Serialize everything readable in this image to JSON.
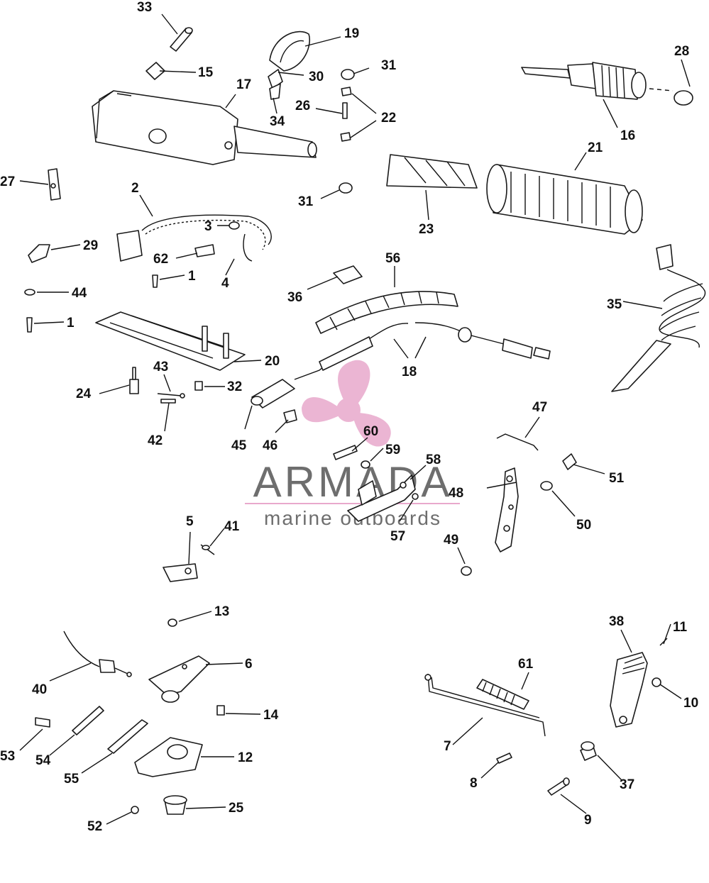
{
  "watermark": {
    "title": "ARMADA",
    "subtitle": "marine outboards",
    "text_color": "#6e6e6e",
    "logo_color": "#e8a9cc",
    "underline_color": "#e8a9cc"
  },
  "callouts": {
    "n1a": "1",
    "n1b": "1",
    "n2": "2",
    "n3": "3",
    "n4": "4",
    "n5": "5",
    "n6": "6",
    "n7": "7",
    "n8": "8",
    "n9": "9",
    "n10": "10",
    "n11": "11",
    "n12": "12",
    "n13": "13",
    "n14": "14",
    "n15": "15",
    "n16": "16",
    "n17": "17",
    "n18": "18",
    "n19": "19",
    "n20": "20",
    "n21": "21",
    "n22": "22",
    "n23": "23",
    "n24": "24",
    "n25": "25",
    "n26": "26",
    "n27": "27",
    "n28": "28",
    "n29": "29",
    "n30": "30",
    "n31a": "31",
    "n31b": "31",
    "n32": "32",
    "n33": "33",
    "n34": "34",
    "n35": "35",
    "n36": "36",
    "n37": "37",
    "n38": "38",
    "n40": "40",
    "n41": "41",
    "n42": "42",
    "n43": "43",
    "n44": "44",
    "n45": "45",
    "n46": "46",
    "n47": "47",
    "n48": "48",
    "n49": "49",
    "n50": "50",
    "n51": "51",
    "n52": "52",
    "n53": "53",
    "n54": "54",
    "n55": "55",
    "n56": "56",
    "n57": "57",
    "n58": "58",
    "n59": "59",
    "n60": "60",
    "n61": "61",
    "n62": "62"
  }
}
